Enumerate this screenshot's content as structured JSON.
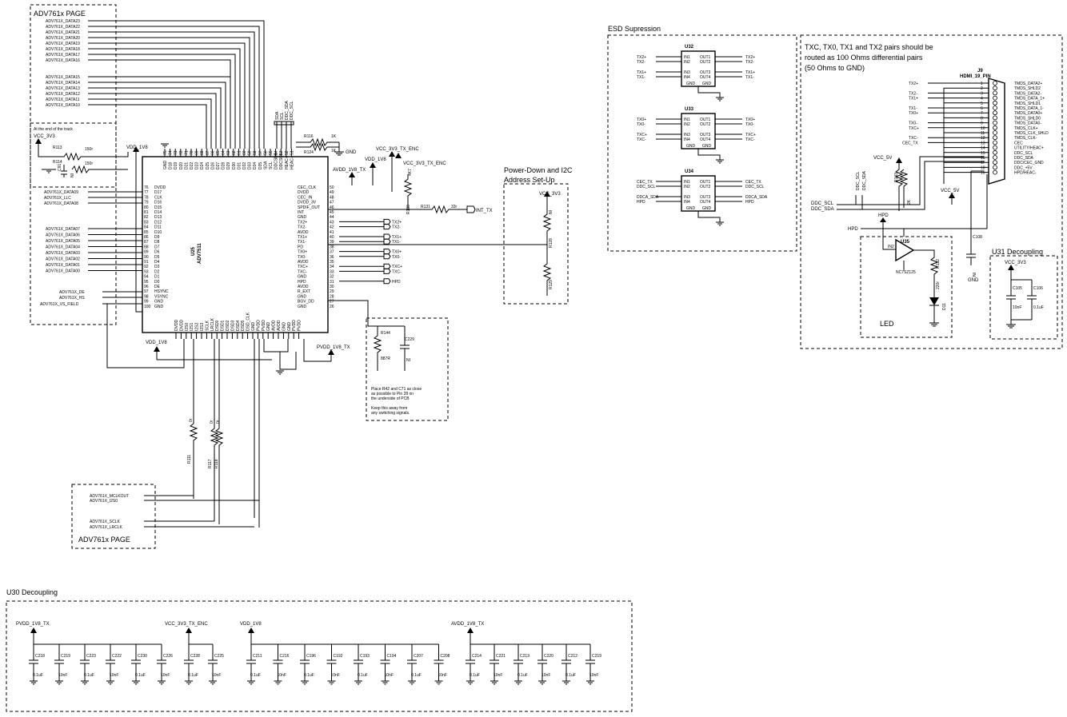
{
  "titles": {
    "adv_page_top": "ADV761x PAGE",
    "adv_page_bottom": "ADV761x PAGE",
    "esd": "ESD Supression",
    "pd_line1": "Power-Down and I2C",
    "pd_line2": "Address Set-Up",
    "hdmi_note1": "TXC, TX0, TX1 and TX2 pairs should be",
    "hdmi_note2": "routed as 100 Ohms differential pairs",
    "hdmi_note3": "(50 Ohms to GND)",
    "u31_dec": "U31 Decoupling",
    "u30_dec": "U30 Decoupling",
    "led": "LED",
    "track_note": "At the end of the track"
  },
  "adv_data_high": [
    "ADV761X_DATA23",
    "ADV761X_DATA22",
    "ADV761X_DATA21",
    "ADV761X_DATA20",
    "ADV761X_DATA19",
    "ADV761X_DATA18",
    "ADV761X_DATA17",
    "ADV761X_DATA16"
  ],
  "adv_data_mid": [
    "ADV761X_DATA15",
    "ADV761X_DATA14",
    "ADV761X_DATA13",
    "ADV761X_DATA12",
    "ADV761X_DATA11",
    "ADV761X_DATA10"
  ],
  "adv_data_low": [
    "ADV761X_DATA09",
    "ADV761X_LLC",
    "ADV761X_DATA08"
  ],
  "adv_data_bus": [
    "ADV761X_DATA07",
    "ADV761X_DATA06",
    "ADV761X_DATA05",
    "ADV761X_DATA04",
    "ADV761X_DATA03",
    "ADV761X_DATA02",
    "ADV761X_DATA01",
    "ADV761X_DATA00"
  ],
  "adv_sync": [
    "ADV761X_DE",
    "ADV761X_HS",
    "ADV761X_VS_FIELD"
  ],
  "adv_audio": [
    "ADV761X_MCLKOUT",
    "ADV761X_I2S0",
    "ADV761X_SCLK",
    "ADV761X_LRCLK"
  ],
  "left_pin_nums": [
    "76",
    "77",
    "78",
    "79",
    "80",
    "81",
    "82",
    "83",
    "84",
    "85",
    "86",
    "87",
    "88",
    "89",
    "90",
    "91",
    "92",
    "93",
    "94",
    "95",
    "96",
    "97",
    "98",
    "99",
    "100"
  ],
  "left_pin_names": [
    "DVDD",
    "D17",
    "CLK",
    "D16",
    "D15",
    "D14",
    "D13",
    "D12",
    "D11",
    "D10",
    "D9",
    "D8",
    "D7",
    "D6",
    "D5",
    "D4",
    "D3",
    "D2",
    "D1",
    "D0",
    "DE",
    "HSYNC",
    "VSYNC",
    "GND",
    "GND"
  ],
  "right_pin_nums": [
    "50",
    "49",
    "48",
    "47",
    "46",
    "45",
    "44",
    "43",
    "42",
    "41",
    "40",
    "39",
    "38",
    "37",
    "36",
    "35",
    "34",
    "33",
    "32",
    "31",
    "30",
    "29",
    "28",
    "27",
    "26"
  ],
  "right_pin_names": [
    "CEC_CLK",
    "DVDD",
    "CEC_IN",
    "DVDD_3V",
    "SPDIF_OUT",
    "INT",
    "GND",
    "TX2+",
    "TX2-",
    "AVDD",
    "TX1+",
    "TX1-",
    "PD",
    "TX0+",
    "TX0-",
    "AVDD",
    "TXC+",
    "TXC-",
    "GND",
    "HPD",
    "AVDD",
    "R_EXT",
    "GND",
    "BGV_DD",
    "GND"
  ],
  "right_nets": [
    "",
    "",
    "",
    "",
    "",
    "",
    "",
    "TX2+",
    "TX2-",
    "",
    "TX1+",
    "TX1-",
    "",
    "TX0+",
    "TX0-",
    "",
    "TXC+",
    "TXC-",
    "",
    "HPD",
    "",
    "",
    "",
    "",
    ""
  ],
  "top_pin_names": [
    "GND",
    "D18",
    "D19",
    "D20",
    "D21",
    "D22",
    "D23",
    "D24",
    "D25",
    "D26",
    "D27",
    "D28",
    "D29",
    "D30",
    "D31",
    "D32",
    "D33",
    "D34",
    "D35",
    "SDA",
    "SCL",
    "DDCSDA",
    "DDCSCL",
    "HEAC+",
    "HEAC-"
  ],
  "top_pin_nums": [
    "75",
    "74",
    "73",
    "72",
    "71",
    "70",
    "69",
    "68",
    "67",
    "66",
    "65",
    "64",
    "63",
    "62",
    "61",
    "60",
    "59",
    "58",
    "57",
    "56",
    "55",
    "54",
    "53",
    "52",
    "51"
  ],
  "bottom_pin_names": [
    "DVDD",
    "DVDD",
    "I2S0",
    "I2S1",
    "I2S2",
    "I2S3",
    "SCLK",
    "LRCLK",
    "DSD0",
    "DSD1",
    "DSD2",
    "DSD3",
    "DSD4",
    "DSD5",
    "DSD_CLK",
    "GND",
    "PVDD",
    "PVDD",
    "GND",
    "AVDD",
    "AVDD",
    "GND",
    "GND",
    "PVDD",
    "PVDD"
  ],
  "ic": {
    "u25_ref": "U25",
    "u25_part": "ADV7511",
    "u32": "U32",
    "u33": "U33",
    "u34": "U34",
    "u35": "U35",
    "u35_part": "NC7SZ125",
    "j9": "J9",
    "j9_part": "HDMI_19_PIN"
  },
  "esd_pins_left": [
    "IN1",
    "IN2",
    "IN3",
    "IN4"
  ],
  "esd_pins_right": [
    "OUT1",
    "OUT2",
    "OUT3",
    "OUT4"
  ],
  "esd_gnd": "GND",
  "esd_u32_in": [
    "TX2+",
    "TX2-",
    "TX1+",
    "TX1-"
  ],
  "esd_u32_out": [
    "TX2+",
    "TX2-",
    "TX1+",
    "TX1-"
  ],
  "esd_u33_in": [
    "TX0+",
    "TX0-",
    "TXC+",
    "TXC-"
  ],
  "esd_u33_out": [
    "TX0+",
    "TX0-",
    "TXC+",
    "TXC-"
  ],
  "esd_u34_in": [
    "CEC_TX",
    "DDC_SCL",
    "DDCA_SDA",
    "HPD"
  ],
  "esd_u34_out": [
    "CEC_TX",
    "DDC_SCL",
    "DDCA_SDA",
    "HPD"
  ],
  "hdmi_pins": [
    "TMDS_DATA2+",
    "TMDS_SHLD2",
    "TMDS_DATA2-",
    "TMDS_DATA_1+",
    "TMDS_SHLD1",
    "TMDS_DATA_1-",
    "TMDS_DATA0+",
    "TMDS_SHLD0",
    "TMDS_DATA0-",
    "TMDS_CLK+",
    "TMDS_CLK_SHLD",
    "TMDS_CLK-",
    "CEC",
    "UTILITY/HEAC+",
    "DDC_SCL",
    "DDC_SDA",
    "DDC/CEC_GND",
    "DDC_+5V",
    "HPD/HEAC-"
  ],
  "hdmi_pin_nums": [
    "1",
    "2",
    "3",
    "4",
    "5",
    "6",
    "7",
    "8",
    "9",
    "10",
    "11",
    "12",
    "13",
    "14",
    "15",
    "16",
    "17",
    "18",
    "19"
  ],
  "hdmi_nets": [
    "TX2+",
    "",
    "TX2-",
    "TX1+",
    "",
    "TX1-",
    "TX0+",
    "",
    "TX0-",
    "TXC+",
    "",
    "TXC-",
    "CEC_TX",
    "",
    "",
    "",
    "",
    "",
    ""
  ],
  "nets": {
    "vcc_3v3": "VCC_3V3",
    "vdd_1v8": "VDD_1V8",
    "avdd_1v8_tx": "AVDD_1V8_TX",
    "pvdd_1v8_tx": "PVDD_1V8_TX",
    "vcc_3v3_tx_enc": "VCC_3V3_TX_ENC",
    "vcc_5v": "VCC_5V",
    "gnd": "GND",
    "int_tx": "INT_TX",
    "hpd": "HPD",
    "ddc_scl": "DDC_SCL",
    "ddc_sda": "DDC_SDA",
    "sda": "SDA",
    "scl": "SCL",
    "ddc_sda_top": "DDC_SDA",
    "ddc_scl_top": "DDC_SCL"
  },
  "parts": {
    "r113": "R113",
    "r113_v": "150r",
    "r114": "R114",
    "r114_v": "150r",
    "c91": "C91",
    "c91_v": "NI",
    "r116": "R116",
    "r116_v": "1K",
    "r124": "R124",
    "r124_v": "1K",
    "r130": "R130",
    "r130_v": "4K7",
    "r131": "R131",
    "r131_v": "33r",
    "r128": "R128",
    "r128_v": "NI",
    "r129": "R129",
    "r144": "R144",
    "r144_v": "887R",
    "c229": "C229",
    "c229_v": "NI",
    "r111": "R111",
    "r111_v": "0r",
    "r117": "R117",
    "r117_v": "0r",
    "r118": "R118",
    "r143": "R143",
    "r143_v": "2K",
    "r132": "R132",
    "r132_v": "220r",
    "d11": "D11",
    "c108": "C108",
    "c108_v": "NI",
    "c105": "C105",
    "c105_v": "10nF",
    "c106": "C106",
    "c106_v": "0.1uF"
  },
  "place_note": [
    "Place R42 and C71 as close",
    "as possible to Pin 28 on",
    "the underside of PCB",
    "",
    "Keep this away from",
    "any switching signals."
  ],
  "decoupling": {
    "pvdd": [
      [
        "C218",
        "0.1uF"
      ],
      [
        "C219",
        "10nF"
      ],
      [
        "C223",
        "0.1uF"
      ],
      [
        "C222",
        "10nF"
      ],
      [
        "C230",
        "0.1uF"
      ],
      [
        "C226",
        "10nF"
      ]
    ],
    "vcc": [
      [
        "C228",
        "0.1uF"
      ],
      [
        "C225",
        "10nF"
      ]
    ],
    "vdd": [
      [
        "C211",
        "0.1uF"
      ],
      [
        "C216",
        "10nF"
      ],
      [
        "C196",
        "0.1uF"
      ],
      [
        "C192",
        "10nF"
      ],
      [
        "C193",
        "0.1uF"
      ],
      [
        "C194",
        "10nF"
      ],
      [
        "C207",
        "0.1uF"
      ],
      [
        "C208",
        "10nF"
      ]
    ],
    "avdd": [
      [
        "C214",
        "0.1uF"
      ],
      [
        "C221",
        "10nF"
      ],
      [
        "C213",
        "0.1uF"
      ],
      [
        "C220",
        "10nF"
      ],
      [
        "C212",
        "0.1uF"
      ],
      [
        "C219",
        "10nF"
      ]
    ]
  }
}
